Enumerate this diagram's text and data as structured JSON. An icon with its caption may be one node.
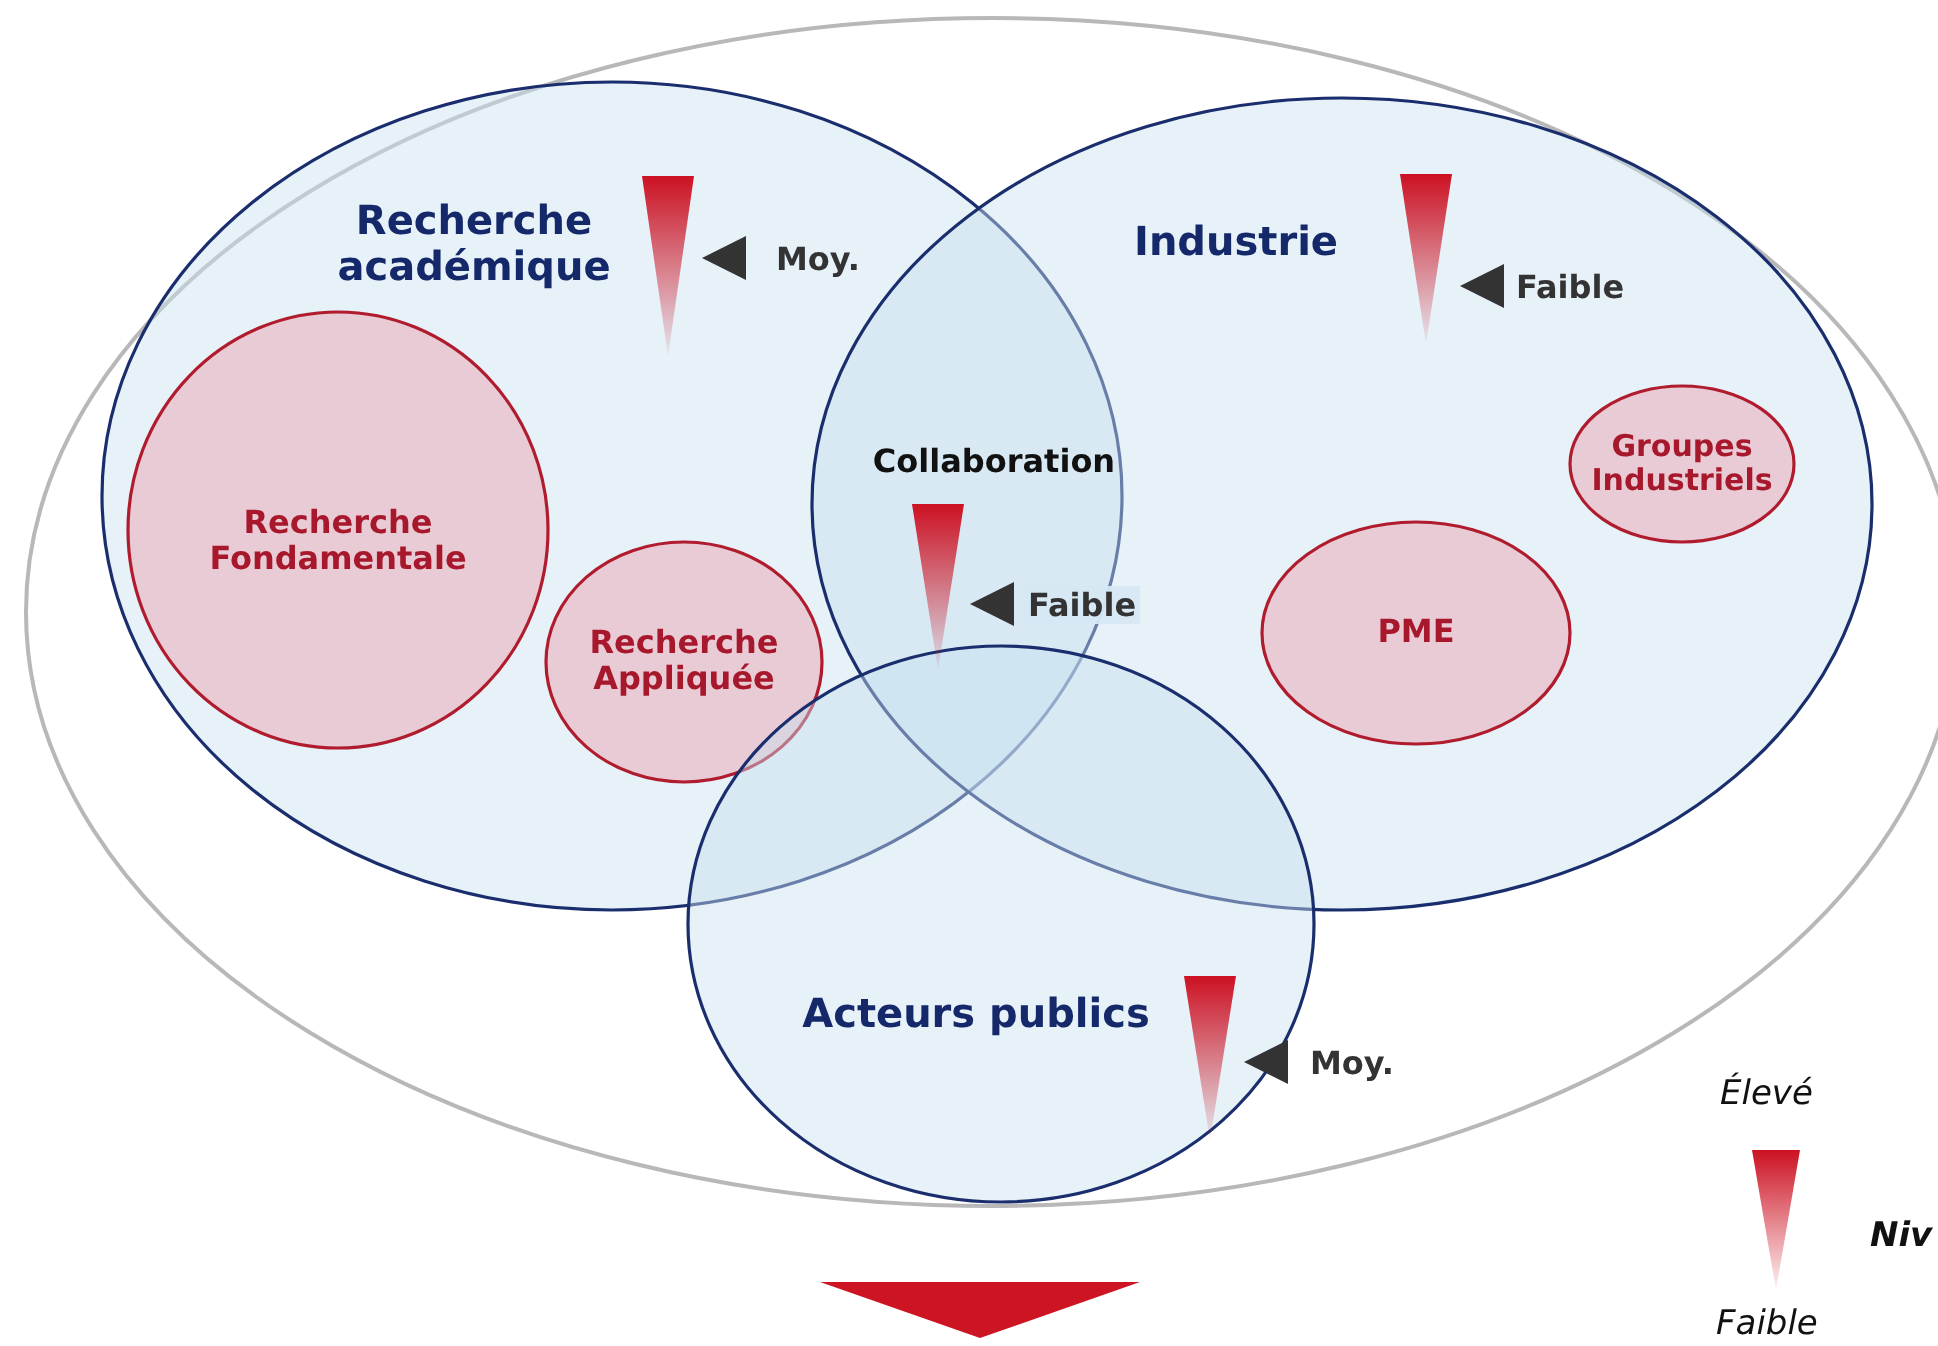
{
  "diagram": {
    "nodes": [
      {
        "text": [],
        "shape": "ellipse"
      },
      {
        "text": [
          "Recherche académique"
        ],
        "in": 0,
        "beside": [
          "Moy."
        ]
      },
      {
        "text": [
          "Industrie"
        ],
        "in": 0,
        "beside": [
          "Faible"
        ]
      },
      {
        "text": [
          "Recherche Fondamentale"
        ],
        "in": 1
      },
      {
        "text": [
          "Recherche Appliquée"
        ],
        "in": 1
      },
      {
        "text": [
          "Groupes Industriels"
        ],
        "in": 2
      },
      {
        "text": [
          "PME"
        ],
        "in": 2
      },
      {
        "text": [
          "Acteurs publics"
        ],
        "in": 0,
        "beside": [
          "Moy."
        ]
      }
    ],
    "edges": [],
    "labels": [
      "Collaboration",
      "Faible",
      "Élevé",
      "Niv",
      "Faible"
    ]
  }
}
